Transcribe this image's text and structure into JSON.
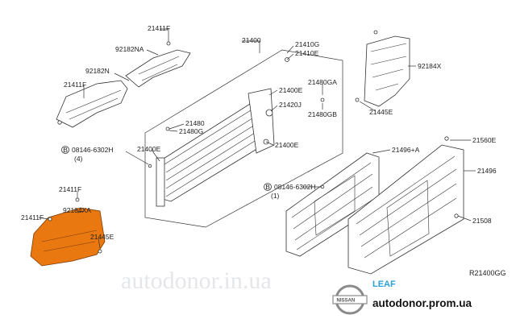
{
  "labels": {
    "p21411F_top": "21411F",
    "p92182NA": "92182NA",
    "p92182N": "92182N",
    "p21411F_left": "21411F",
    "p21400": "21400",
    "p21410G": "21410G",
    "p21410E": "21410E",
    "p21400E_a": "21400E",
    "p21420J": "21420J",
    "p21480GA": "21480GA",
    "p21480GB": "21480GB",
    "p21480": "21480",
    "p21480G": "21480G",
    "p21400E_b": "21400E",
    "p21400E_c": "21400E",
    "p92184X": "92184X",
    "p21445E_top": "21445E",
    "p08146_a": "08146-6302H",
    "p08146_a_qty": "(4)",
    "p21560E": "21560E",
    "p21496A": "21496+A",
    "p21496": "21496",
    "p08146_b": "08146-6302H",
    "p08146_b_qty": "(1)",
    "p21508": "21508",
    "p21411F_low": "21411F",
    "p21411F_low2": "21411F",
    "p92184XA": "92184XA",
    "p21445E_low": "21445E"
  },
  "bolt_marker": "B",
  "diagram_code": "R21400GG",
  "watermark": "autodonor.in.ua",
  "model": "LEAF",
  "brand": "NISSAN",
  "site": "autodonor.prom.ua",
  "colors": {
    "highlight": "#e8780f",
    "leaf": "#2aa0d8",
    "watermark": "#cfd3d8"
  }
}
